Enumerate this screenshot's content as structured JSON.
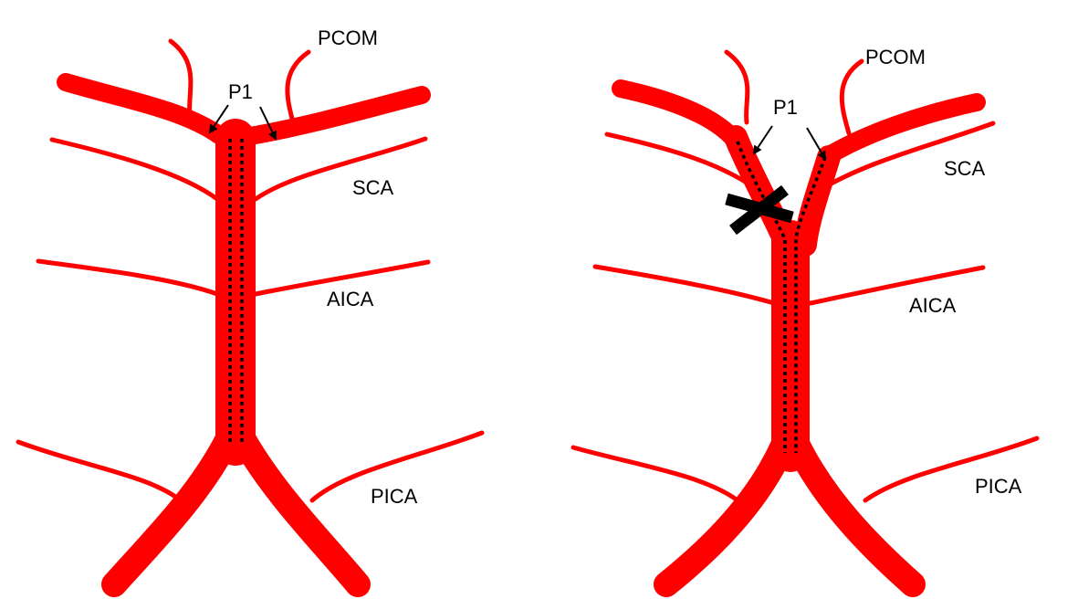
{
  "colors": {
    "vessel": "#ff0000",
    "outline": "#000000",
    "background": "#ffffff"
  },
  "left_panel": {
    "labels": {
      "pcom": "PCOM",
      "p1": "P1",
      "sca": "SCA",
      "aica": "AICA",
      "pica": "PICA"
    }
  },
  "right_panel": {
    "labels": {
      "pcom": "PCOM",
      "p1": "P1",
      "sca": "SCA",
      "aica": "AICA",
      "pica": "PICA"
    },
    "occlusion_marker": "cross"
  }
}
